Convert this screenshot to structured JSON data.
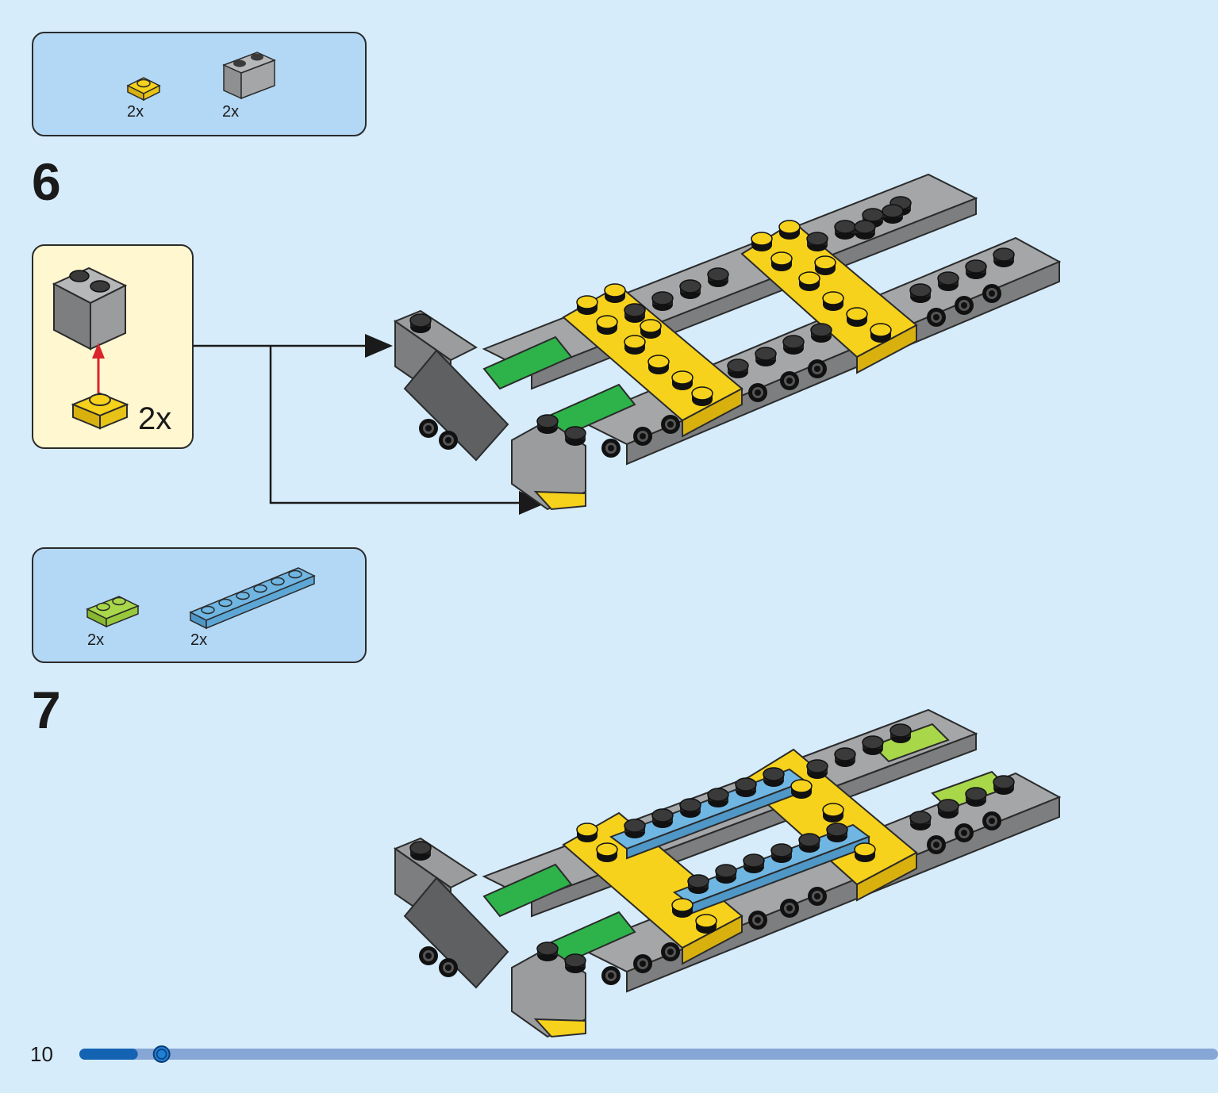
{
  "steps": [
    {
      "number": "6",
      "parts": [
        {
          "icon": "yellow-round-plate-1x1",
          "color": "#f6d21c",
          "qty": "2x"
        },
        {
          "icon": "gray-brick-1x2",
          "color": "#a4a6a8",
          "qty": "2x"
        }
      ],
      "callout": {
        "qty": "2x"
      }
    },
    {
      "number": "7",
      "parts": [
        {
          "icon": "lime-plate-1x2",
          "color": "#a8d84a",
          "qty": "2x"
        },
        {
          "icon": "blue-plate-1x6",
          "color": "#6fb6e3",
          "qty": "2x"
        }
      ]
    }
  ],
  "colors": {
    "background": "#d6ecfb",
    "parts_box": "#b3d8f5",
    "callout": "#fff7d0",
    "gray": "#9a9c9e",
    "yellow": "#f6d21c",
    "green": "#2db34a",
    "lime": "#a8d84a",
    "blue": "#6fb6e3",
    "progress": "#86a6d6",
    "progress_fill": "#1463b3"
  },
  "page": {
    "number": "10",
    "progress": 0.036
  }
}
